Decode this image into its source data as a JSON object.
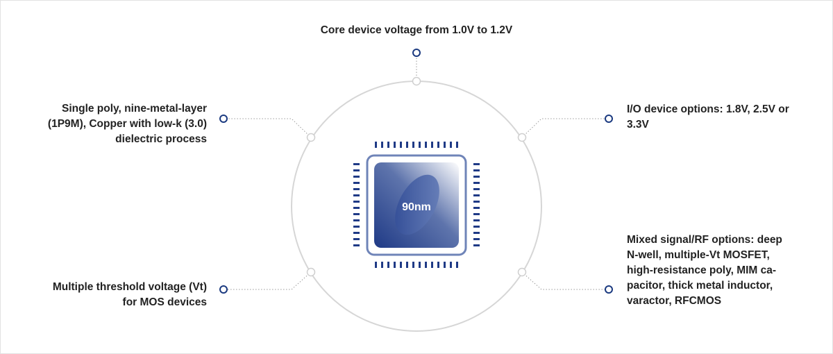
{
  "chip": {
    "label": "90nm"
  },
  "features": {
    "top": [
      "Core device voltage from 1.0V to 1.2V"
    ],
    "upper_left": [
      "Single poly, nine-metal-layer",
      "(1P9M), Copper with low-k (3.0)",
      "dielectric process"
    ],
    "lower_left": [
      "Multiple threshold voltage (Vt)",
      "for MOS devices"
    ],
    "upper_right": [
      "I/O device options: 1.8V, 2.5V or",
      "3.3V"
    ],
    "lower_right": [
      "Mixed signal/RF options: deep",
      "N-well, multiple-Vt MOSFET,",
      "high-resistance poly, MIM ca-",
      "pacitor, thick metal inductor,",
      "varactor, RFCMOS"
    ]
  },
  "colors": {
    "node_outline": "#1b3a80",
    "chip_dark": "#1f3a86",
    "chip_light": "#ffffff",
    "ring": "#d6d6d6",
    "text": "#222222"
  }
}
